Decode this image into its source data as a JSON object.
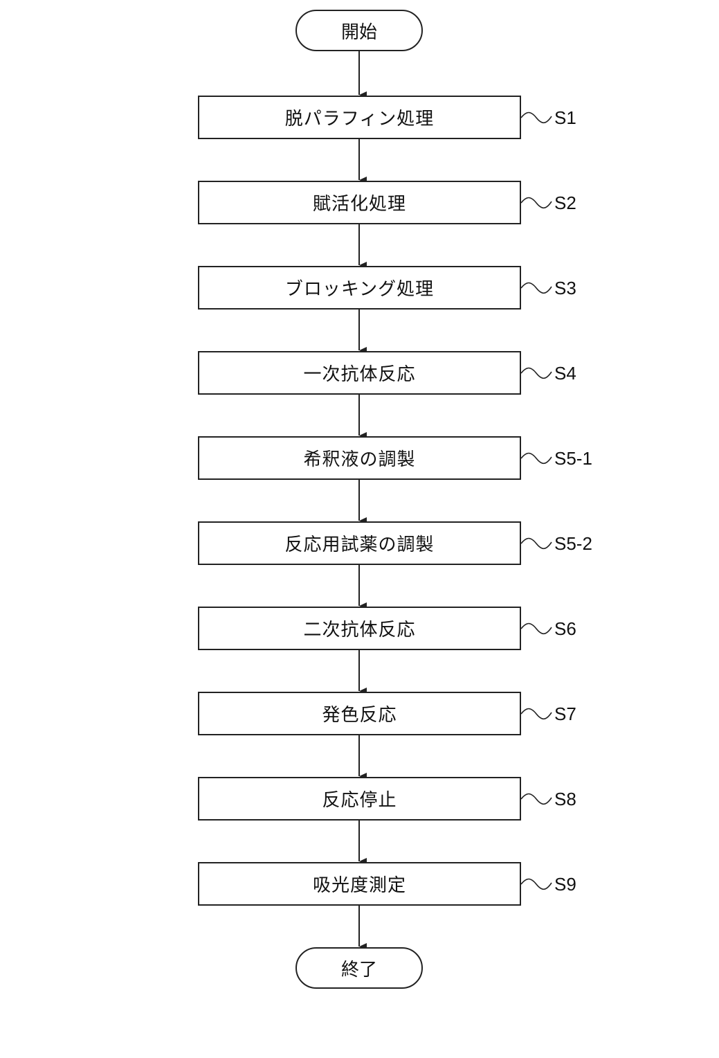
{
  "start": {
    "label": "開始"
  },
  "end": {
    "label": "終了"
  },
  "steps": [
    {
      "label": "脱パラフィン処理",
      "id": "S1"
    },
    {
      "label": "賦活化処理",
      "id": "S2"
    },
    {
      "label": "ブロッキング処理",
      "id": "S3"
    },
    {
      "label": "一次抗体反応",
      "id": "S4"
    },
    {
      "label": "希釈液の調製",
      "id": "S5-1"
    },
    {
      "label": "反応用試薬の調製",
      "id": "S5-2"
    },
    {
      "label": "二次抗体反応",
      "id": "S6"
    },
    {
      "label": "発色反応",
      "id": "S7"
    },
    {
      "label": "反応停止",
      "id": "S8"
    },
    {
      "label": "吸光度測定",
      "id": "S9"
    }
  ]
}
